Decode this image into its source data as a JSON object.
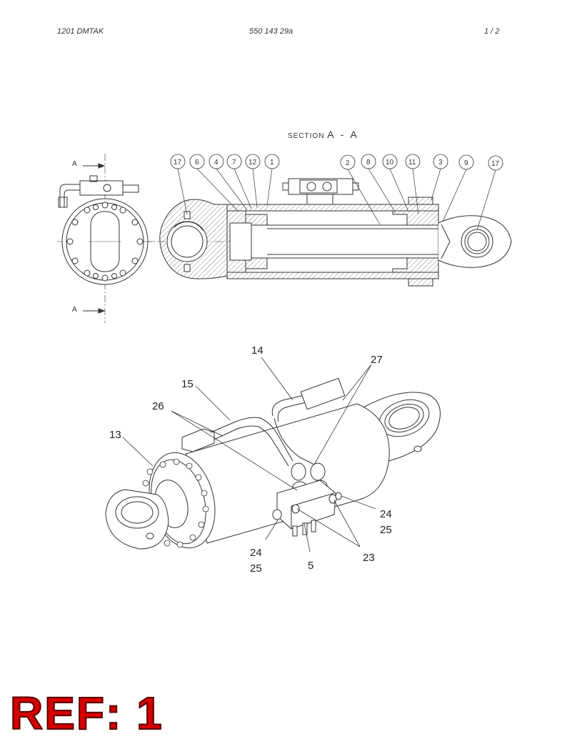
{
  "header": {
    "left": "1201 DMTAK",
    "center": "550 143 29a",
    "right": "1 /  2"
  },
  "section": {
    "word": "SECTION",
    "letters": "A - A"
  },
  "section_marks": [
    "A",
    "A"
  ],
  "callouts_top": [
    "17",
    "6",
    "4",
    "7",
    "12",
    "1",
    "2",
    "8",
    "10",
    "11",
    "3",
    "9",
    "17"
  ],
  "part_labels": {
    "p14": "14",
    "p27": "27",
    "p15": "15",
    "p26": "26",
    "p13": "13",
    "p24a": "24",
    "p25a": "25",
    "p24b": "24",
    "p25b": "25",
    "p23": "23",
    "p5": "5"
  },
  "ref": "REF: 1"
}
